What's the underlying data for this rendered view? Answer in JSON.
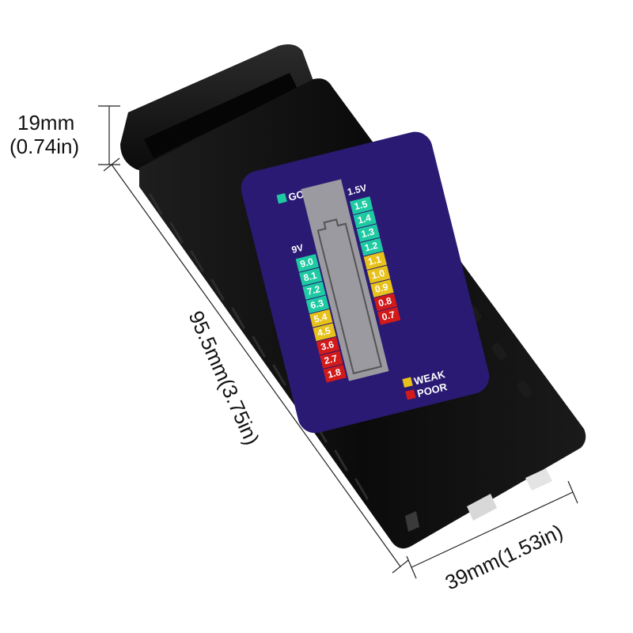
{
  "dimensions": {
    "thickness_mm": "19mm",
    "thickness_in": "(0.74in)",
    "length": "95.5mm(3.75in)",
    "width": "39mm(1.53in)"
  },
  "display": {
    "good_label": "GOOD",
    "weak_label": "WEAK",
    "poor_label": "POOR",
    "scale_9v_label": "9V",
    "scale_15v_label": "1.5V",
    "scale_9v": [
      {
        "value": "9.0",
        "level": "good"
      },
      {
        "value": "8.1",
        "level": "good"
      },
      {
        "value": "7.2",
        "level": "good"
      },
      {
        "value": "6.3",
        "level": "good"
      },
      {
        "value": "5.4",
        "level": "weak"
      },
      {
        "value": "4.5",
        "level": "weak"
      },
      {
        "value": "3.6",
        "level": "poor"
      },
      {
        "value": "2.7",
        "level": "poor"
      },
      {
        "value": "1.8",
        "level": "poor"
      }
    ],
    "scale_15v": [
      {
        "value": "1.5",
        "level": "good"
      },
      {
        "value": "1.4",
        "level": "good"
      },
      {
        "value": "1.3",
        "level": "good"
      },
      {
        "value": "1.2",
        "level": "good"
      },
      {
        "value": "1.1",
        "level": "weak"
      },
      {
        "value": "1.0",
        "level": "weak"
      },
      {
        "value": "0.9",
        "level": "weak"
      },
      {
        "value": "0.8",
        "level": "poor"
      },
      {
        "value": "0.7",
        "level": "poor"
      }
    ]
  },
  "colors": {
    "body": "#0d0d0d",
    "panel": "#2a1a74",
    "lcd": "#9a9aa0",
    "good": "#1fcaa3",
    "weak": "#e7c21a",
    "poor": "#d21a1a"
  }
}
